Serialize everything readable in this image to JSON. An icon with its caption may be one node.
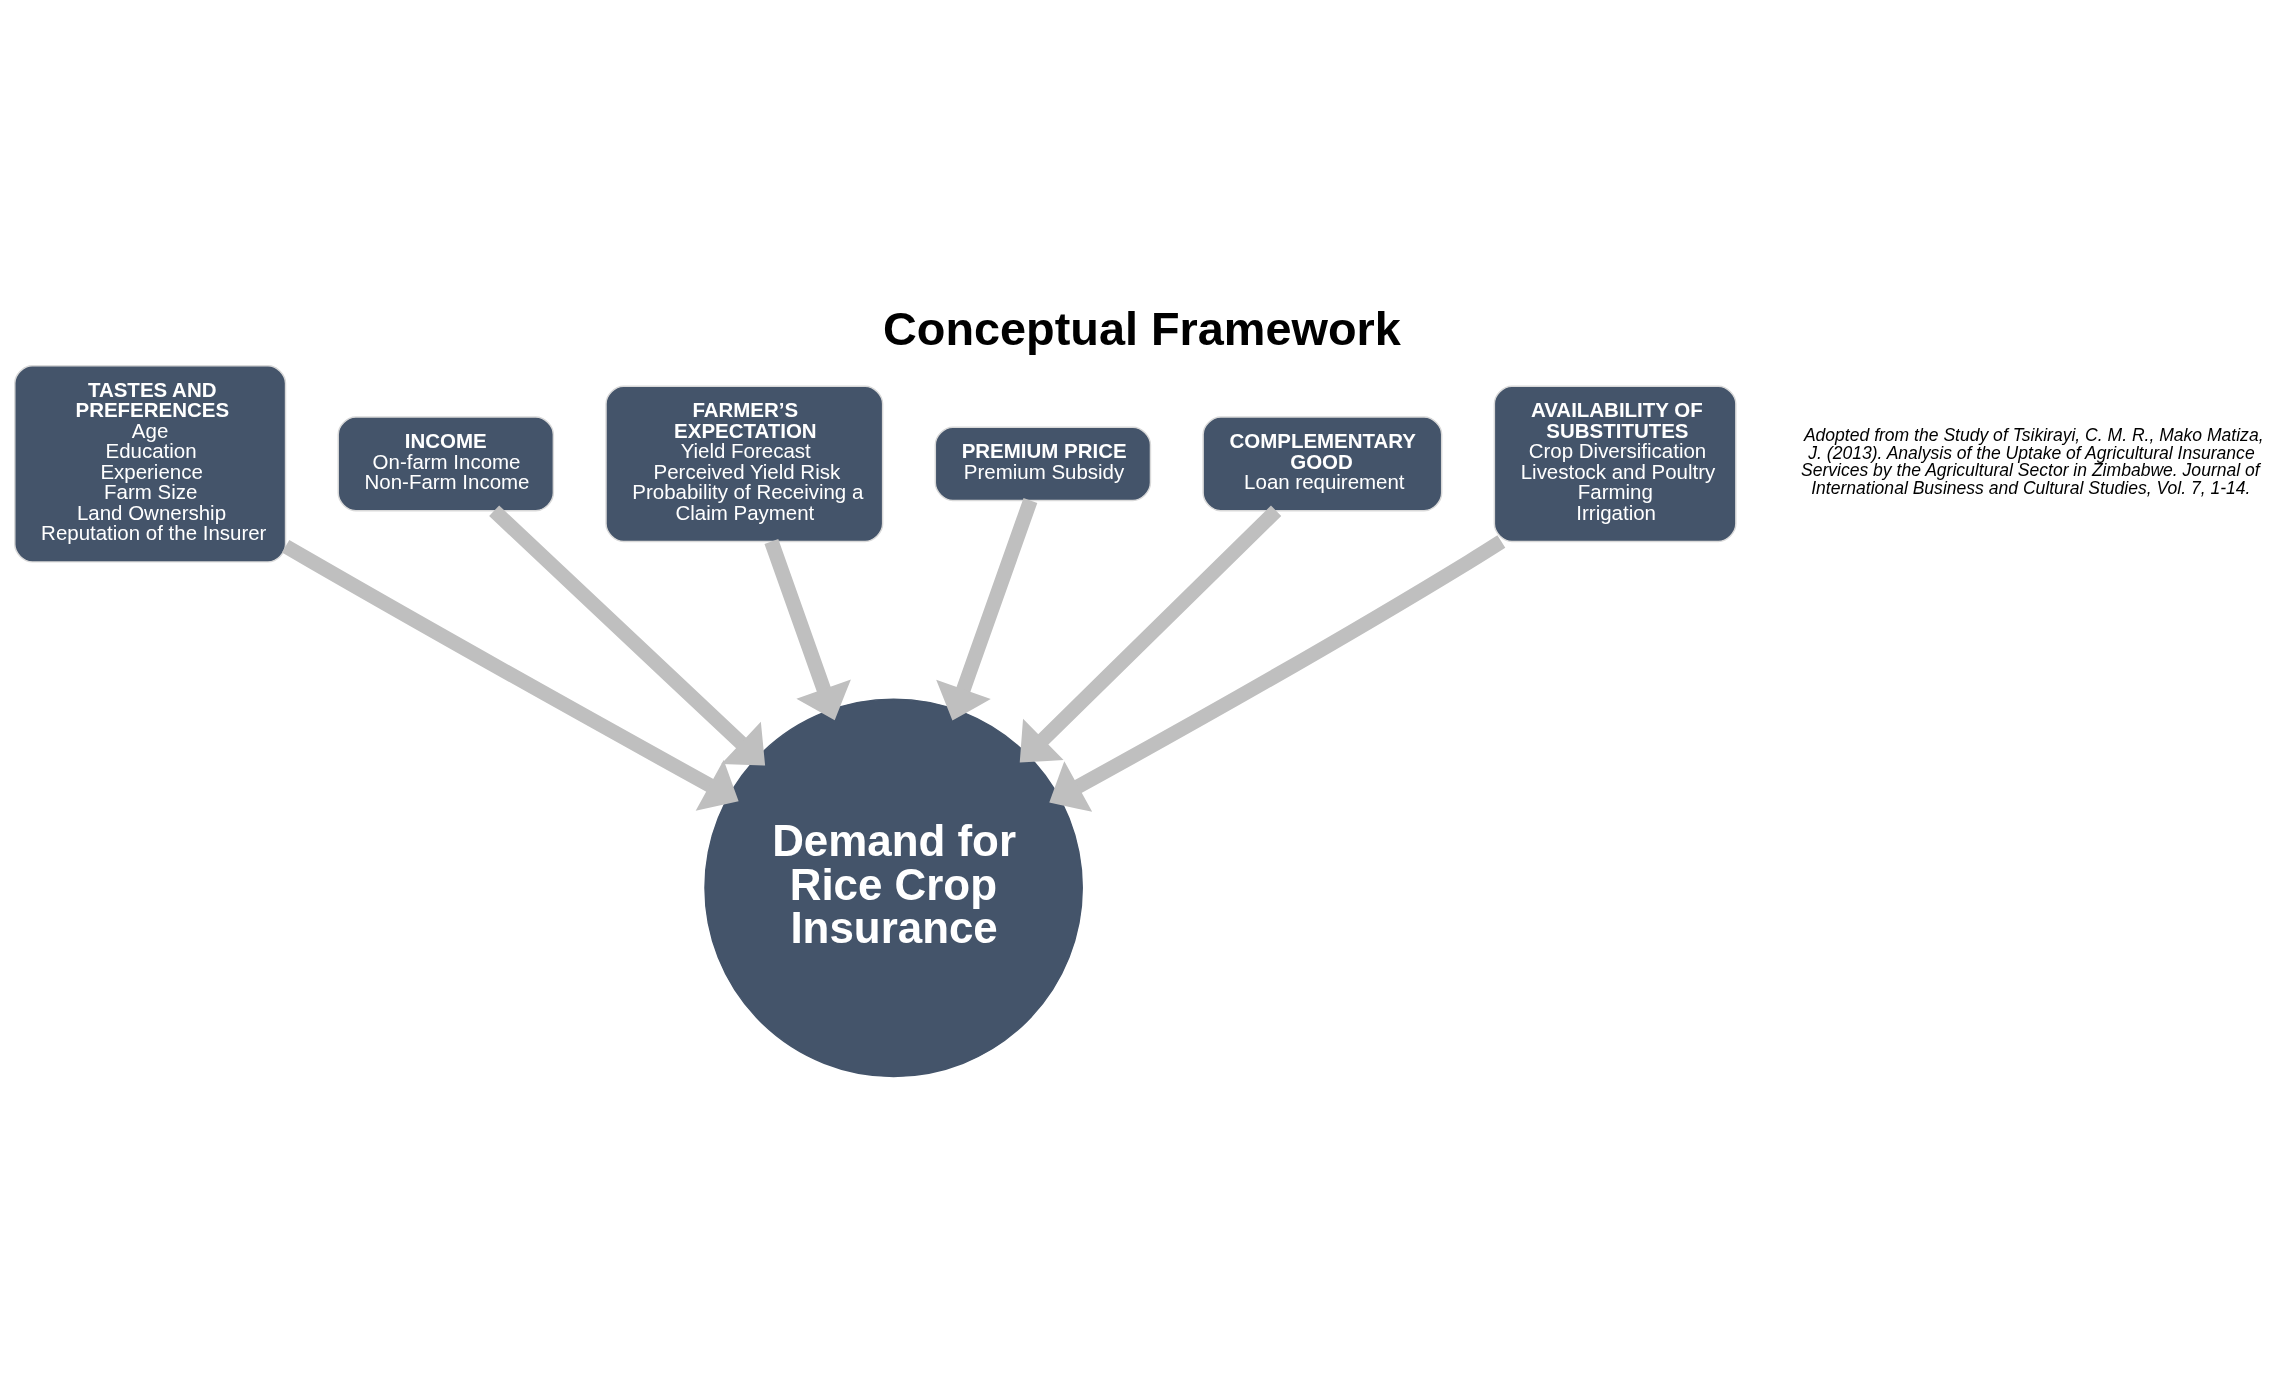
{
  "diagram": {
    "title": "Conceptual Framework",
    "nodes": [
      {
        "text": [
          "FARMER’S EXPECTATION",
          "Yield Forecast",
          "Perceived Yield Risk",
          "Probability of Receiving a Claim Payment"
        ]
      },
      {
        "text": [
          "PREMIUM PRICE",
          "Premium Subsidy"
        ]
      },
      {
        "text": [
          "INCOME",
          "On-farm Income",
          "Non-Farm Income"
        ]
      },
      {
        "text": [
          "COMPLEMENTARY GOOD",
          "Loan requirement"
        ]
      },
      {
        "text": [
          "TASTES AND PREFERENCES",
          "Age",
          "Education",
          "Experience",
          "Farm Size",
          "Land Ownership",
          "Reputation of the Insurer"
        ]
      },
      {
        "text": [
          "AVAILABILITY OF SUBSTITUTES",
          "Crop Diversification",
          "Livestock and Poultry Farming",
          "Irrigation"
        ]
      },
      {
        "text": [
          "Demand for Rice Crop Insurance"
        ]
      }
    ],
    "edges": [
      {
        "from": 0,
        "to": 6,
        "arrow": "to"
      },
      {
        "from": 1,
        "to": 6,
        "arrow": "to"
      },
      {
        "from": 2,
        "to": 6,
        "arrow": "to"
      },
      {
        "from": 3,
        "to": 6,
        "arrow": "to"
      },
      {
        "from": 4,
        "to": 6,
        "arrow": "to"
      },
      {
        "from": 5,
        "to": 6,
        "arrow": "to"
      }
    ],
    "labels": [
      "Adopted from the Study of Tsikirayi, C. M. R., Mako Matiza, J. (2013). Analysis of the Uptake of Agricultural Insurance Services by the Agricultural Sector in Zimbabwe. Journal of International Business and Cultural Studies, Vol. 7, 1-14."
    ]
  }
}
